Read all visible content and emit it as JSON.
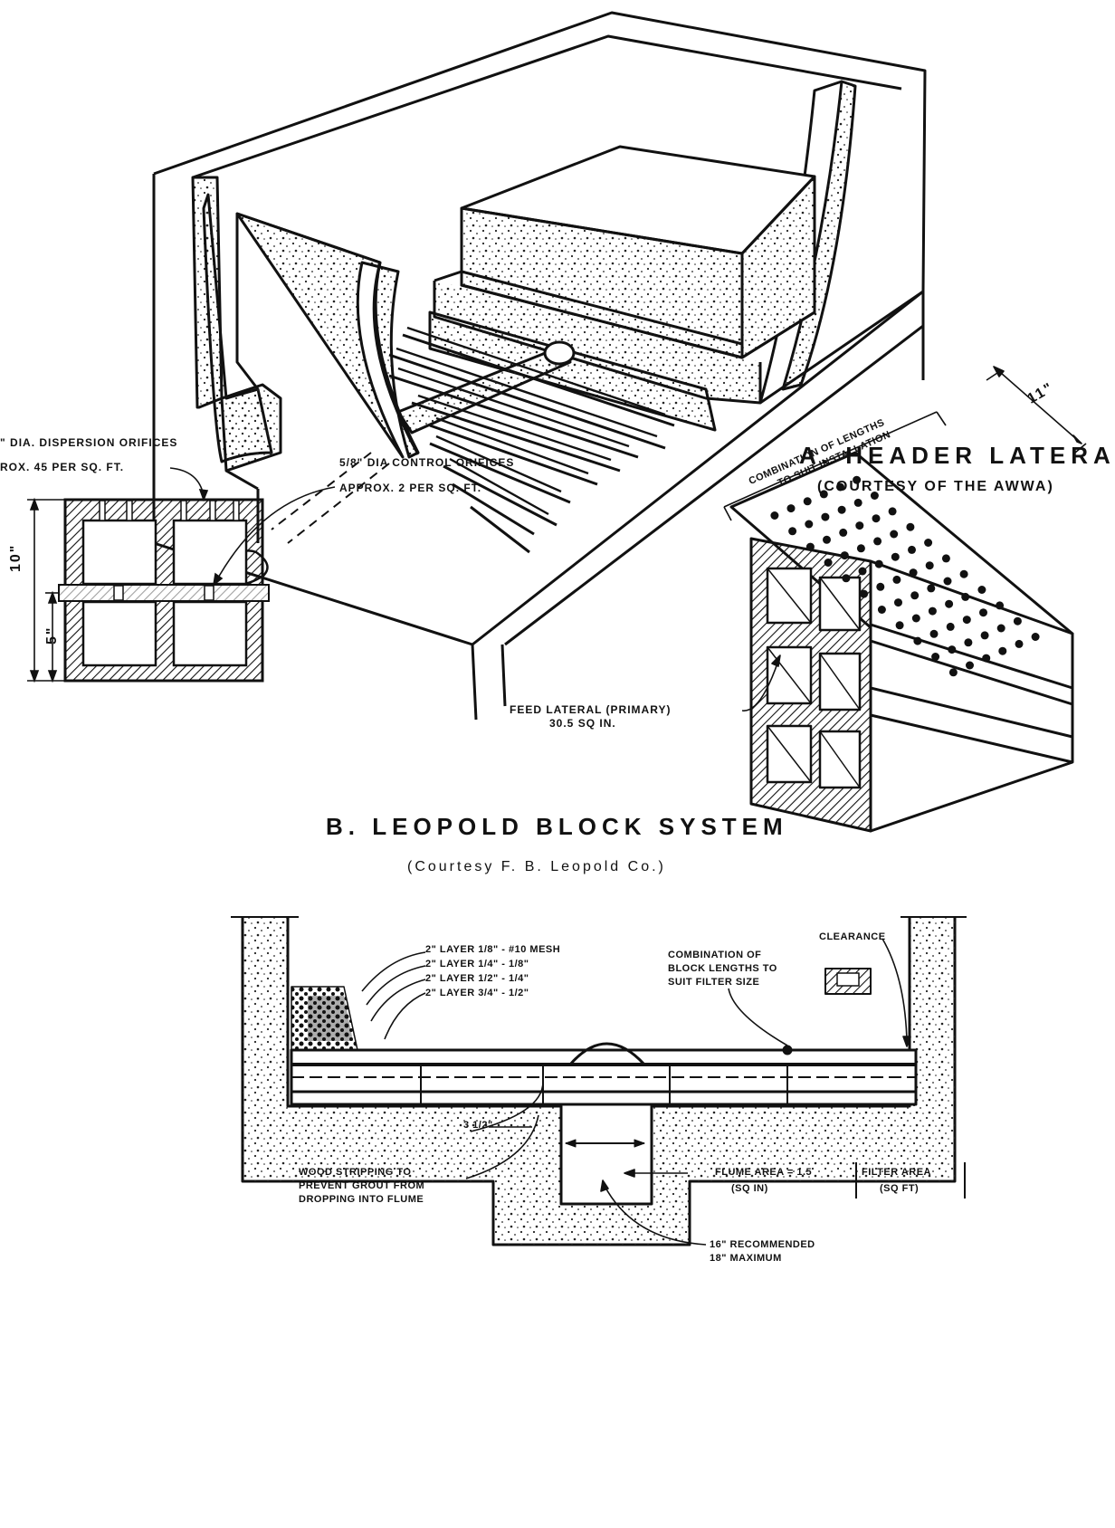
{
  "panel_a": {
    "title": "A. HEADER LATERALS",
    "courtesy": "(COURTESY OF THE AWWA)"
  },
  "panel_b": {
    "title": "B. LEOPOLD BLOCK SYSTEM",
    "courtesy": "(Courtesy F. B. Leopold Co.)",
    "section": {
      "dispersion_line1": "\" DIA. DISPERSION ORIFICES",
      "dispersion_line2": "ROX. 45 PER SQ. FT.",
      "control_line1": "5/8\" DIA CONTROL ORIFICES",
      "control_line2": "APPROX. 2 PER SQ. FT.",
      "dim_outer": "10\"",
      "dim_inner": "5\""
    },
    "iso": {
      "dim_width": "11\"",
      "lengths_label_1": "COMBINATION OF LENGTHS",
      "lengths_label_2": "TO SUIT INSTALLATION",
      "feed_line1": "FEED LATERAL (PRIMARY)",
      "feed_line2": "30.5 SQ IN."
    }
  },
  "panel_c": {
    "layers": [
      "2\" LAYER 1/8\" - #10 MESH",
      "2\" LAYER 1/4\" - 1/8\"",
      "2\" LAYER 1/2\" - 1/4\"",
      "2\" LAYER 3/4\" - 1/2\""
    ],
    "clearance": "CLEARANCE",
    "block_lengths_1": "COMBINATION OF",
    "block_lengths_2": "BLOCK LENGTHS TO",
    "block_lengths_3": "SUIT FILTER SIZE",
    "dim_small": "3 1/2\"",
    "wood_1": "WOOD STRIPPING TO",
    "wood_2": "PREVENT GROUT FROM",
    "wood_3": "DROPPING INTO FLUME",
    "flume_1": "FLUME AREA = 1.5",
    "flume_2": "(SQ IN)",
    "filter_1": "FILTER AREA",
    "filter_2": "(SQ FT)",
    "rec_1": "16\" RECOMMENDED",
    "rec_2": "18\" MAXIMUM"
  }
}
